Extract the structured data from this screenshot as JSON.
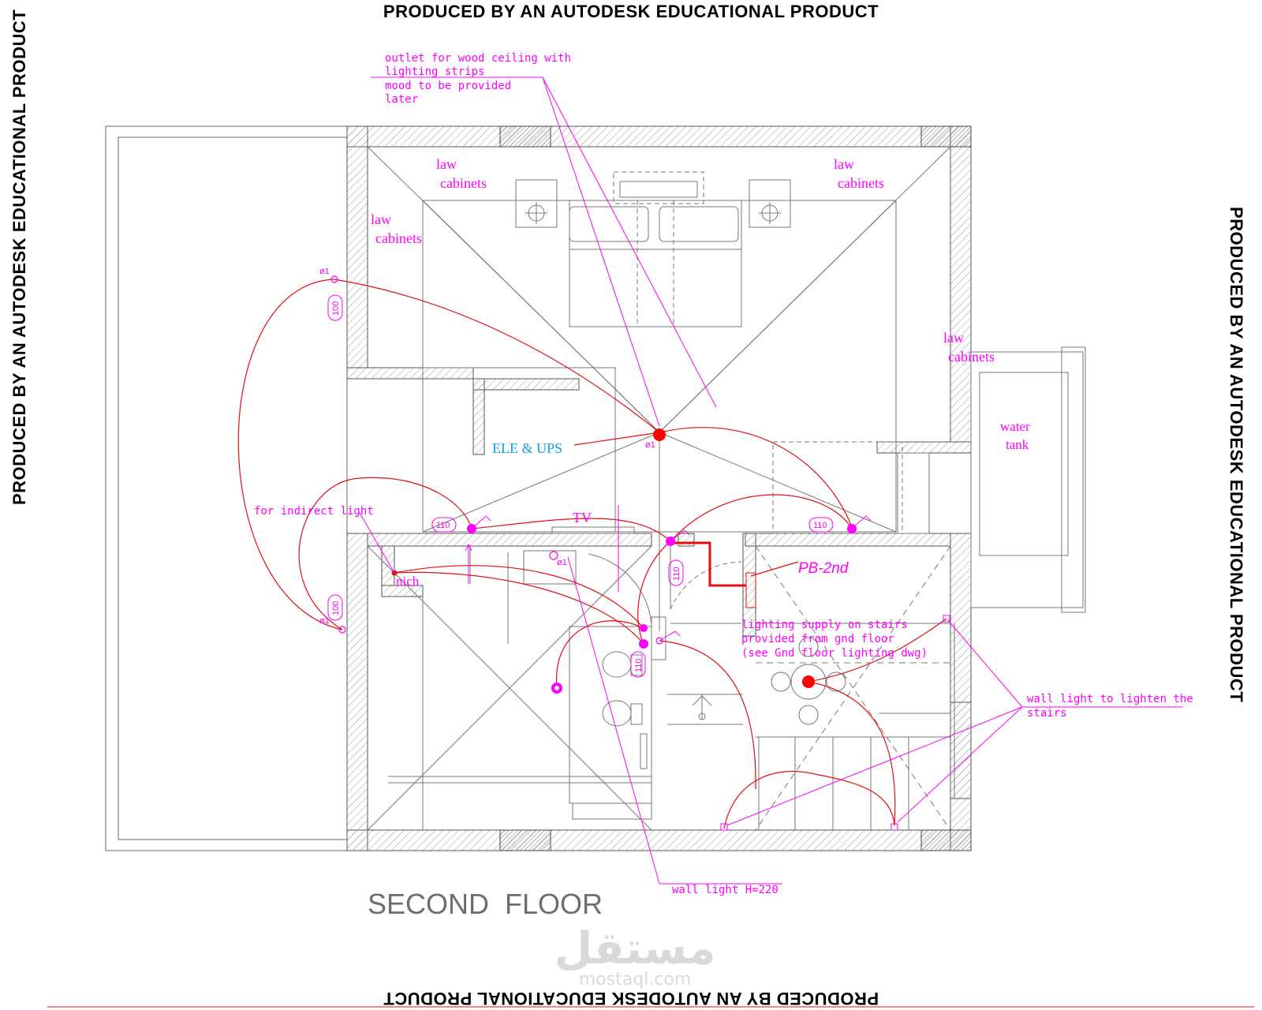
{
  "watermark": {
    "top": "PRODUCED BY AN AUTODESK EDUCATIONAL PRODUCT",
    "left": "PRODUCED BY AN AUTODESK EDUCATIONAL PRODUCT",
    "right": "PRODUCED BY AN AUTODESK EDUCATIONAL PRODUCT",
    "bottom": "PRODUCED BY AN AUTODESK EDUCATIONAL PRODUCT"
  },
  "drawing_title": "SECOND  FLOOR",
  "notes": {
    "ceiling_outlet": [
      "outlet  for  wood  ceiling  with",
      "  lighting  strips",
      "mood  to  be  provided",
      "later"
    ],
    "indirect_light": "for  indirect  light",
    "niche": "nich",
    "ele_ups": "ELE & UPS",
    "tv": "TV",
    "pb": "PB-2nd",
    "stairs_supply": [
      "lighting  supply  on  stairs",
      "provided  from  gnd  floor",
      "(see  Gnd  floor  lighting  dwg)"
    ],
    "wall_light_stairs": [
      "wall  light  to  lighten  the",
      "stairs"
    ],
    "wall_light_height": "wall  light  H=220",
    "water_tank": [
      "water",
      "tank"
    ]
  },
  "cabinets": [
    [
      "law",
      "cabinets"
    ],
    [
      "law",
      "cabinets"
    ],
    [
      "law",
      "cabinets"
    ],
    [
      "law",
      "cabinets"
    ]
  ],
  "tags": {
    "t100": "100",
    "t110": "110",
    "phi1": "ø1"
  },
  "logo": {
    "arabic": "مستقل",
    "latin": "mostaql.com"
  },
  "colors": {
    "wall_outline": "#555555",
    "hatch": "#9a9a9a",
    "circuit": "#e01010",
    "annotation": "#ff00ff",
    "label_blue": "#14a0e6",
    "title_gray": "#6e6e6e"
  }
}
